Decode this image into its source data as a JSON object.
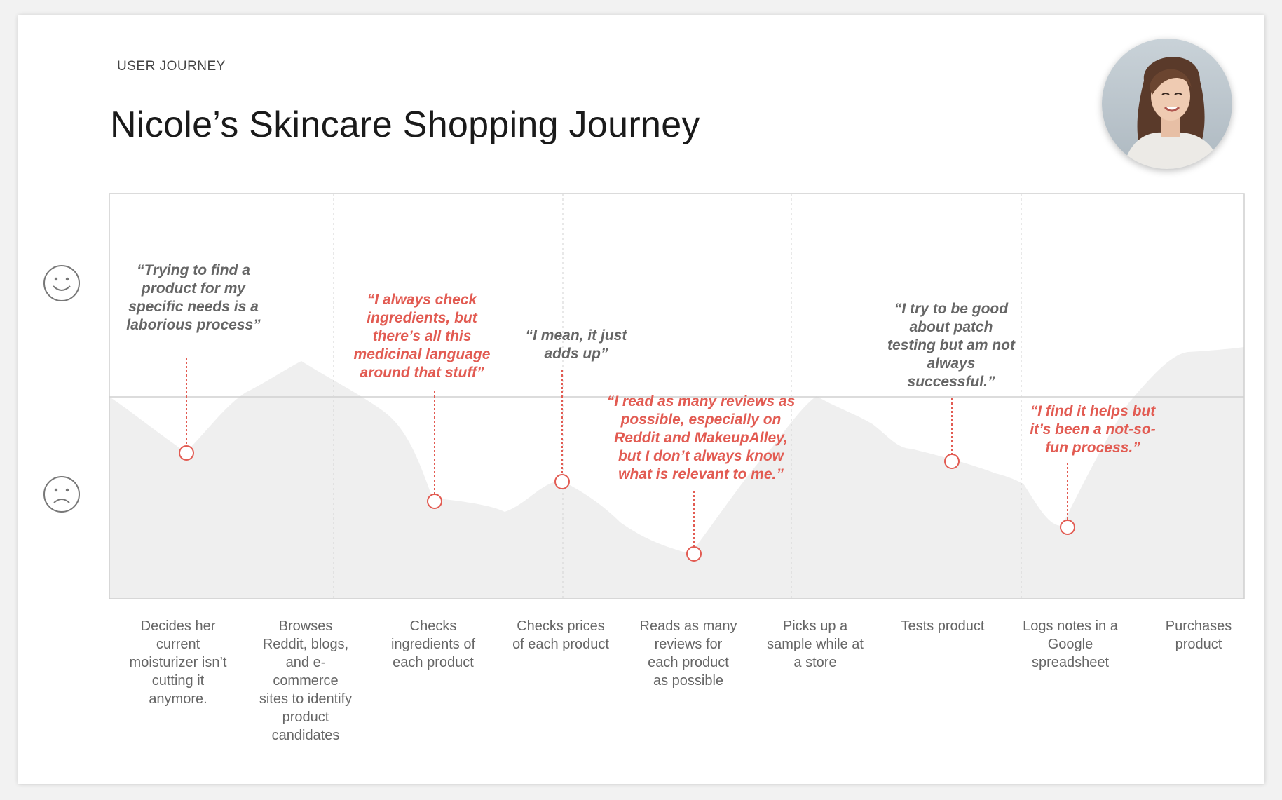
{
  "header": {
    "eyebrow": "USER JOURNEY",
    "title": "Nicole’s Skincare Shopping Journey"
  },
  "persona": {
    "avatar_description": "persona-photo"
  },
  "icons": {
    "positive": "smiling-face-icon",
    "negative": "frowning-face-icon"
  },
  "colors": {
    "quote_red": "#e25b52",
    "quote_gray": "#666666",
    "emotion_area": "#efefef",
    "marker": "#e25b52"
  },
  "quotes": [
    {
      "text": "“Trying to find a product for my specific needs is a laborious process”",
      "tone": "gray"
    },
    {
      "text": "“I always check ingredients, but there’s all this medicinal language around that stuff”",
      "tone": "red"
    },
    {
      "text": "“I mean, it just adds up”",
      "tone": "gray"
    },
    {
      "text": "“I read as many reviews as possible, especially on Reddit and MakeupAlley, but I don’t always know what is relevant to me.”",
      "tone": "red"
    },
    {
      "text": "“I try to be good about patch testing but am not always successful.”",
      "tone": "gray"
    },
    {
      "text": "“I find it helps but it’s been a not-so-fun process.”",
      "tone": "red"
    }
  ],
  "stages": [
    "Decides her current moisturizer isn’t cutting it anymore.",
    "Browses Reddit, blogs, and e-commerce sites to identify product candidates",
    "Checks ingredients of each product",
    "Checks prices of each product",
    "Reads as many reviews for each product as possible",
    "Picks up a sample while at a store",
    "Tests product",
    "Logs notes in a Google spreadsheet",
    "Purchases product"
  ]
}
